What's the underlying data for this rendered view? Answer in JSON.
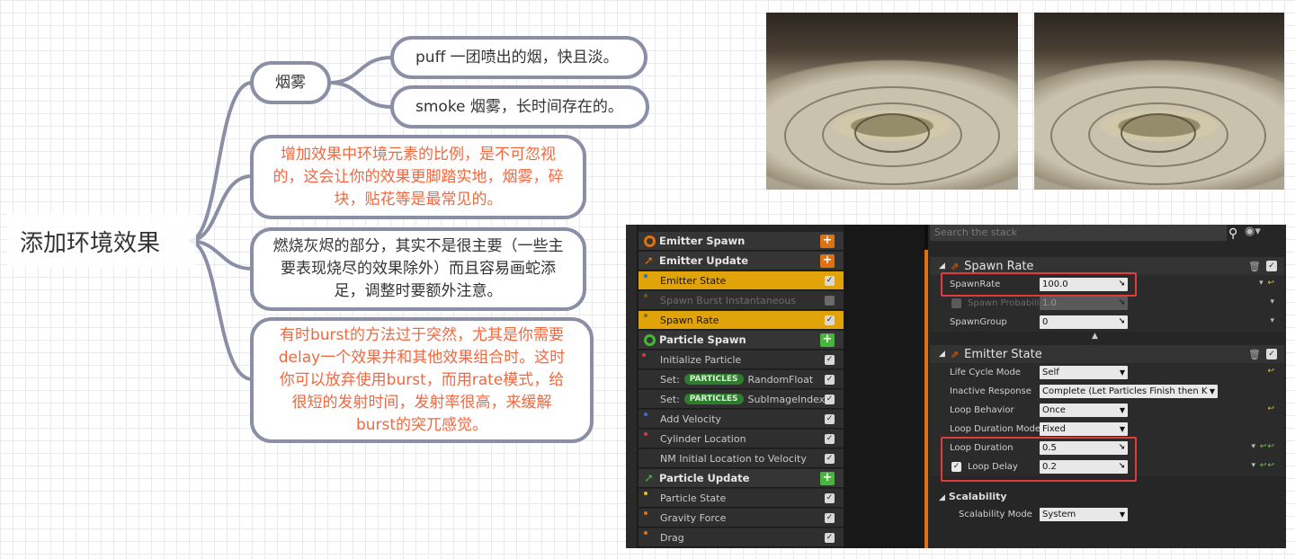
{
  "mindmap": {
    "root": "添加环境效果",
    "smoke_branch": {
      "label": "烟雾",
      "children": [
        "puff 一团喷出的烟，快且淡。",
        "smoke 烟雾，长时间存在的。"
      ]
    },
    "notes": [
      "增加效果中环境元素的比例，是不可忽视的，这会让你的效果更脚踏实地，烟雾，碎块，贴花等是最常见的。",
      "燃烧灰烬的部分，其实不是很主要（一些主要表现烧尽的效果除外）而且容易画蛇添足，调整时要额外注意。",
      "有时burst的方法过于突然，尤其是你需要delay一个效果并和其他效果组合时。这时你可以放弃使用burst，而用rate模式，给很短的发射时间，发射率很高，来缓解burst的突兀感觉。"
    ],
    "colors": {
      "connector": "#8a8fa6",
      "note_red": "#f0683f",
      "text": "#333333"
    }
  },
  "editor": {
    "stack": [
      {
        "label": "Emitter Spawn",
        "kind": "head-emitter-spawn",
        "action": "+"
      },
      {
        "label": "Emitter Update",
        "kind": "head-emitter-update",
        "action": "+"
      },
      {
        "label": "Emitter State",
        "kind": "selected",
        "check": "✓"
      },
      {
        "label": "Spawn Burst Instantaneous",
        "kind": "disabled",
        "check": ""
      },
      {
        "label": "Spawn Rate",
        "kind": "selected",
        "check": "✓"
      },
      {
        "label": "Particle Spawn",
        "kind": "head-particle-spawn",
        "action": "+"
      },
      {
        "label": "Initialize Particle",
        "kind": "module",
        "check": "✓"
      },
      {
        "label": "Set:",
        "pill": "PARTICLES",
        "suffix": "RandomFloat",
        "kind": "module",
        "check": "✓"
      },
      {
        "label": "Set:",
        "pill": "PARTICLES",
        "suffix": "SubImageIndex",
        "kind": "module",
        "check": "✓"
      },
      {
        "label": "Add Velocity",
        "kind": "module",
        "check": "✓"
      },
      {
        "label": "Cylinder Location",
        "kind": "module",
        "check": "✓"
      },
      {
        "label": "NM Initial Location to Velocity",
        "kind": "module",
        "check": "✓"
      },
      {
        "label": "Particle Update",
        "kind": "head-particle-update",
        "action": "+"
      },
      {
        "label": "Particle State",
        "kind": "module",
        "check": "✓"
      },
      {
        "label": "Gravity Force",
        "kind": "module",
        "check": "✓"
      },
      {
        "label": "Drag",
        "kind": "module",
        "check": "✓"
      }
    ],
    "search_placeholder": "Search the stack",
    "spawn_rate": {
      "title": "Spawn Rate",
      "rows": [
        {
          "label": "SpawnRate",
          "value": "100.0"
        },
        {
          "label": "Spawn Probabili",
          "value": "1.0"
        },
        {
          "label": "SpawnGroup",
          "value": "0"
        }
      ]
    },
    "emitter_state": {
      "title": "Emitter State",
      "rows": [
        {
          "label": "Life Cycle Mode",
          "value": "Self"
        },
        {
          "label": "Inactive Response",
          "value": "Complete (Let Particles Finish then K"
        },
        {
          "label": "Loop Behavior",
          "value": "Once"
        },
        {
          "label": "Loop Duration Mode",
          "value": "Fixed"
        },
        {
          "label": "Loop Duration",
          "value": "0.5"
        },
        {
          "label": "Loop Delay",
          "value": "0.2"
        }
      ]
    },
    "scalability": {
      "title": "Scalability",
      "mode_label": "Scalability Mode",
      "mode_value": "System"
    },
    "colors": {
      "accent_orange": "#e07010",
      "selected": "#e0a30a",
      "green": "#45b83a",
      "highlight_red": "#e23b3b"
    }
  }
}
